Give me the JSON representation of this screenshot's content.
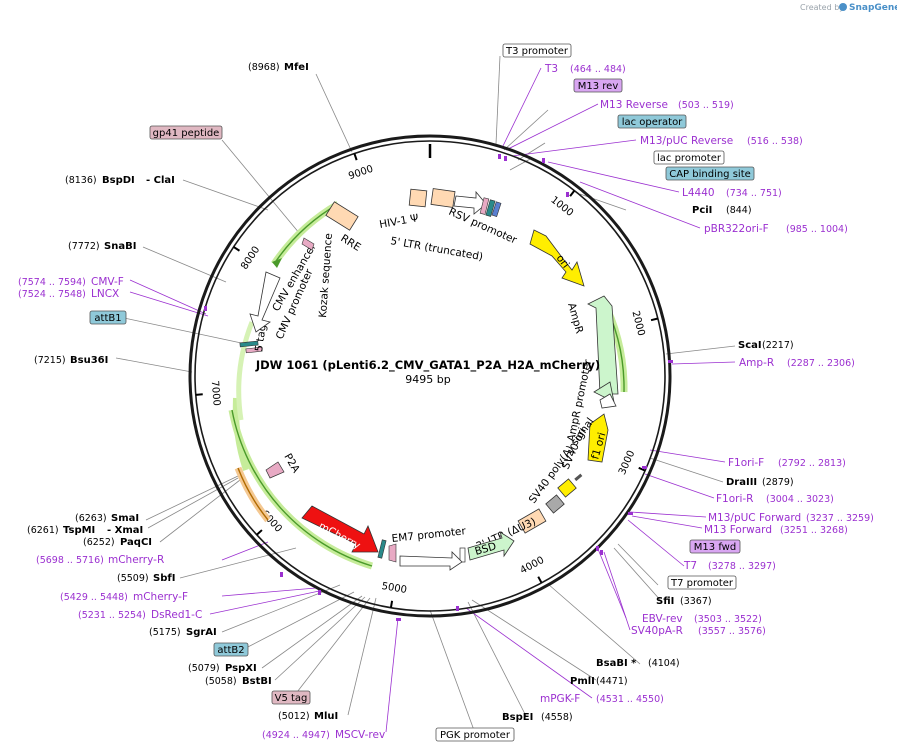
{
  "credit": {
    "prefix": "Created by",
    "brand": "SnapGene"
  },
  "plasmid": {
    "name": "JDW 1061 (pLenti6.2_CMV_GATA1_P2A_H2A_mCherry)",
    "length": "9495 bp"
  },
  "ticks": [
    "1000",
    "2000",
    "3000",
    "4000",
    "5000",
    "6000",
    "7000",
    "8000",
    "9000"
  ],
  "sites": [
    {
      "id": "mfei",
      "name": "MfeI",
      "pos": "(8968)"
    },
    {
      "id": "bspdi",
      "name": "BspDI",
      "extra": "- ClaI",
      "pos": "(8136)"
    },
    {
      "id": "snabi",
      "name": "SnaBI",
      "pos": "(7772)"
    },
    {
      "id": "bsu36i",
      "name": "Bsu36I",
      "pos": "(7215)"
    },
    {
      "id": "smai",
      "name": "SmaI",
      "pos": "(6263)"
    },
    {
      "id": "tspmi",
      "name": "TspMI",
      "extra": "- XmaI",
      "pos": "(6261)"
    },
    {
      "id": "paqci",
      "name": "PaqCI",
      "pos": "(6252)"
    },
    {
      "id": "sbfi",
      "name": "SbfI",
      "pos": "(5509)"
    },
    {
      "id": "sgrai",
      "name": "SgrAI",
      "pos": "(5175)"
    },
    {
      "id": "pspxi",
      "name": "PspXI",
      "pos": "(5079)"
    },
    {
      "id": "bstbi",
      "name": "BstBI",
      "pos": "(5058)"
    },
    {
      "id": "mlui",
      "name": "MluI",
      "pos": "(5012)"
    },
    {
      "id": "pcii",
      "name": "PciI",
      "pos": "(844)"
    },
    {
      "id": "scai",
      "name": "ScaI",
      "pos": "(2217)"
    },
    {
      "id": "draiii",
      "name": "DraIII",
      "pos": "(2879)"
    },
    {
      "id": "sfii",
      "name": "SfiI",
      "pos": "(3367)"
    },
    {
      "id": "bsabi",
      "name": "BsaBI *",
      "pos": "(4104)"
    },
    {
      "id": "pmli",
      "name": "PmlI",
      "pos": "(4471)"
    },
    {
      "id": "bspei",
      "name": "BspEI",
      "pos": "(4558)"
    }
  ],
  "primers": [
    {
      "id": "t3",
      "name": "T3",
      "pos": "(464 .. 484)"
    },
    {
      "id": "m13rev",
      "name": "M13 Reverse",
      "pos": "(503 .. 519)"
    },
    {
      "id": "m13puc-rev",
      "name": "M13/pUC Reverse",
      "pos": "(516 .. 538)"
    },
    {
      "id": "l4440",
      "name": "L4440",
      "pos": "(734 .. 751)"
    },
    {
      "id": "pbr322ori-f",
      "name": "pBR322ori-F",
      "pos": "(985 .. 1004)"
    },
    {
      "id": "amp-r",
      "name": "Amp-R",
      "pos": "(2287 .. 2306)"
    },
    {
      "id": "f1ori-f",
      "name": "F1ori-F",
      "pos": "(2792 .. 2813)"
    },
    {
      "id": "f1ori-r",
      "name": "F1ori-R",
      "pos": "(3004 .. 3023)"
    },
    {
      "id": "m13puc-fwd",
      "name": "M13/pUC Forward",
      "pos": "(3237 .. 3259)"
    },
    {
      "id": "m13fwd-primer",
      "name": "M13 Forward",
      "pos": "(3251 .. 3268)"
    },
    {
      "id": "t7",
      "name": "T7",
      "pos": "(3278 .. 3297)"
    },
    {
      "id": "ebv-rev",
      "name": "EBV-rev",
      "pos": "(3503 .. 3522)"
    },
    {
      "id": "sv40pa-r",
      "name": "SV40pA-R",
      "pos": "(3557 .. 3576)"
    },
    {
      "id": "mpgk-f",
      "name": "mPGK-F",
      "pos": "(4531 .. 4550)"
    },
    {
      "id": "mscv-rev",
      "name": "MSCV-rev",
      "pos": "(4924 .. 4947)"
    },
    {
      "id": "mcherry-r",
      "name": "mCherry-R",
      "pos": "(5698 .. 5716)"
    },
    {
      "id": "mcherry-f",
      "name": "mCherry-F",
      "pos": "(5429 .. 5448)"
    },
    {
      "id": "dsred1-c",
      "name": "DsRed1-C",
      "pos": "(5231 .. 5254)"
    },
    {
      "id": "cmv-f",
      "name": "CMV-F",
      "pos": "(7574 .. 7594)"
    },
    {
      "id": "lncx",
      "name": "LNCX",
      "pos": "(7524 .. 7548)"
    }
  ],
  "boxes": [
    {
      "id": "t3-promoter",
      "text": "T3 promoter",
      "fill": "#ffffff"
    },
    {
      "id": "m13-rev",
      "text": "M13 rev",
      "fill": "#d9a6f2"
    },
    {
      "id": "lac-operator",
      "text": "lac operator",
      "fill": "#8fc9d9"
    },
    {
      "id": "lac-promoter",
      "text": "lac promoter",
      "fill": "#ffffff"
    },
    {
      "id": "cap-binding-site",
      "text": "CAP binding site",
      "fill": "#8fc9d9"
    },
    {
      "id": "gp41-peptide",
      "text": "gp41 peptide",
      "fill": "#e0b8c2"
    },
    {
      "id": "attb1",
      "text": "attB1",
      "fill": "#8fc9d9"
    },
    {
      "id": "m13-fwd",
      "text": "M13 fwd",
      "fill": "#d9a6f2"
    },
    {
      "id": "t7-promoter",
      "text": "T7 promoter",
      "fill": "#ffffff"
    },
    {
      "id": "attb2",
      "text": "attB2",
      "fill": "#8fc9d9"
    },
    {
      "id": "v5-tag",
      "text": "V5 tag",
      "fill": "#e0b8c2"
    },
    {
      "id": "pgk-promoter",
      "text": "PGK promoter",
      "fill": "#ffffff"
    }
  ],
  "features": {
    "hiv1_psi": "HIV-1 Ψ",
    "ltr5": "5' LTR (truncated)",
    "rsv_promoter": "RSV promoter",
    "rre": "RRE",
    "cmv_enhancer": "CMV enhancer",
    "cmv_promoter": "CMV promoter",
    "v5tag_inner": "5 tag",
    "kozak": "Kozak sequence",
    "p2a": "P2A",
    "mcherry": "mCherry",
    "em7": "EM7 promoter",
    "bsd": "BSD",
    "ltr3": "3' LTR (ΔU3)",
    "sv40_polya": "SV40 poly(A) signal",
    "sv40_ori": "SV40 ori",
    "f1_ori": "f1 ori",
    "ampr_promoter": "AmpR promoter",
    "ampr": "AmpR",
    "ori": "ori"
  },
  "colors": {
    "ring": "#1a1a1a",
    "primer": "#9b30d0",
    "green_band": "#c6ec9a",
    "mcherry": "#ee1111",
    "ori": "#ffee00",
    "ampr": "#ccf5cc",
    "tan": "#ffd9b3"
  }
}
